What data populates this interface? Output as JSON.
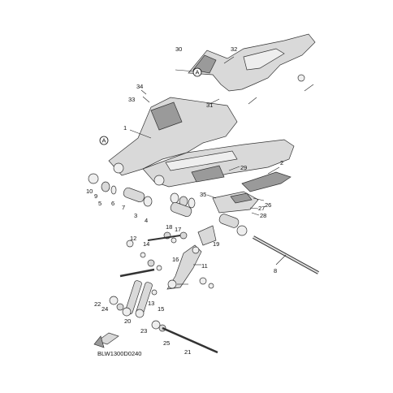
{
  "diagram_code": "BLW1300D0240",
  "reference_marker": "A",
  "labels": [
    "1",
    "2",
    "3",
    "4",
    "5",
    "6",
    "7",
    "8",
    "9",
    "10",
    "11",
    "12",
    "13",
    "14",
    "15",
    "16",
    "17",
    "18",
    "19",
    "20",
    "21",
    "22",
    "23",
    "24",
    "25",
    "26",
    "27",
    "28",
    "29",
    "30",
    "31",
    "32",
    "33",
    "34",
    "35"
  ],
  "colors": {
    "line": "#222222",
    "part_fill": "#d9d9d9",
    "part_dark": "#9a9a9a",
    "background": "#ffffff"
  }
}
